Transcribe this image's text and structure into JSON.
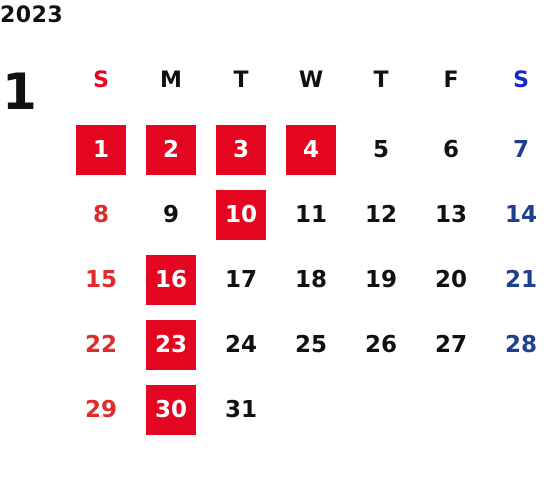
{
  "calendar": {
    "year": "2023",
    "month": "1",
    "colors": {
      "text": "#111111",
      "sunday": "#e12b2b",
      "saturday": "#1f3f8f",
      "saturday_header": "#1428cc",
      "holiday_bg": "#e40521",
      "holiday_text": "#ffffff"
    },
    "weekdays": [
      {
        "label": "S",
        "kind": "sun"
      },
      {
        "label": "M",
        "kind": "day"
      },
      {
        "label": "T",
        "kind": "day"
      },
      {
        "label": "W",
        "kind": "day"
      },
      {
        "label": "T",
        "kind": "day"
      },
      {
        "label": "F",
        "kind": "day"
      },
      {
        "label": "S",
        "kind": "sat"
      }
    ],
    "weeks": [
      [
        {
          "label": "1",
          "highlighted": true
        },
        {
          "label": "2",
          "highlighted": true
        },
        {
          "label": "3",
          "highlighted": true
        },
        {
          "label": "4",
          "highlighted": true
        },
        {
          "label": "5",
          "highlighted": false
        },
        {
          "label": "6",
          "highlighted": false
        },
        {
          "label": "7",
          "highlighted": false
        }
      ],
      [
        {
          "label": "8",
          "highlighted": false
        },
        {
          "label": "9",
          "highlighted": false
        },
        {
          "label": "10",
          "highlighted": true
        },
        {
          "label": "11",
          "highlighted": false
        },
        {
          "label": "12",
          "highlighted": false
        },
        {
          "label": "13",
          "highlighted": false
        },
        {
          "label": "14",
          "highlighted": false
        }
      ],
      [
        {
          "label": "15",
          "highlighted": false
        },
        {
          "label": "16",
          "highlighted": true
        },
        {
          "label": "17",
          "highlighted": false
        },
        {
          "label": "18",
          "highlighted": false
        },
        {
          "label": "19",
          "highlighted": false
        },
        {
          "label": "20",
          "highlighted": false
        },
        {
          "label": "21",
          "highlighted": false
        }
      ],
      [
        {
          "label": "22",
          "highlighted": false
        },
        {
          "label": "23",
          "highlighted": true
        },
        {
          "label": "24",
          "highlighted": false
        },
        {
          "label": "25",
          "highlighted": false
        },
        {
          "label": "26",
          "highlighted": false
        },
        {
          "label": "27",
          "highlighted": false
        },
        {
          "label": "28",
          "highlighted": false
        }
      ],
      [
        {
          "label": "29",
          "highlighted": false
        },
        {
          "label": "30",
          "highlighted": true
        },
        {
          "label": "31",
          "highlighted": false
        }
      ]
    ]
  }
}
